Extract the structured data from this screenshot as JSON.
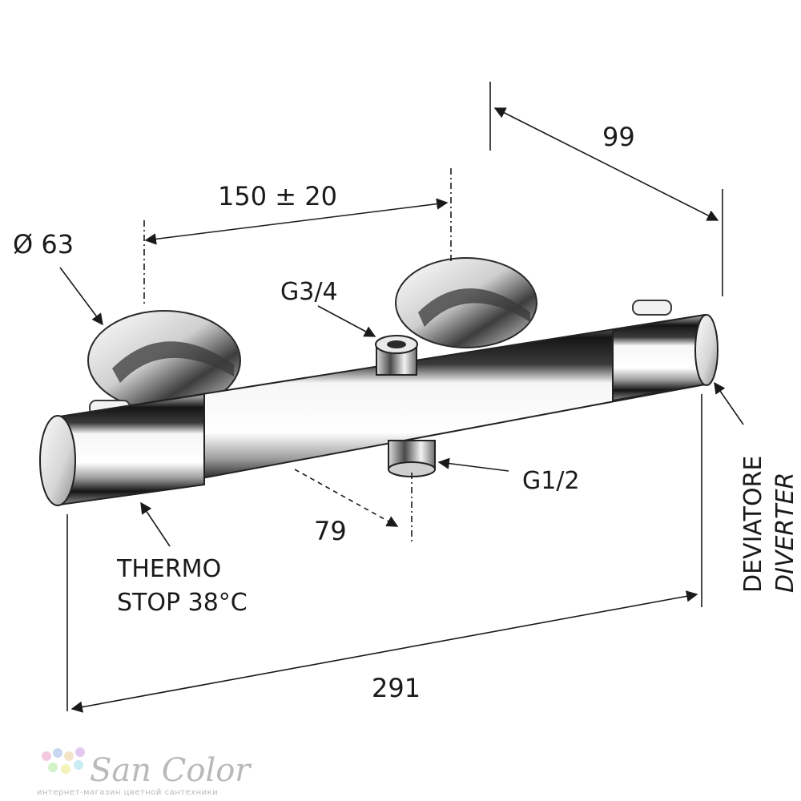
{
  "dimensions": {
    "depth": "99",
    "center_distance": "150 ± 20",
    "diameter": "Ø 63",
    "outlet_offset": "79",
    "total_length": "291"
  },
  "connections": {
    "top_outlet": "G3/4",
    "bottom_outlet": "G1/2"
  },
  "notes": {
    "thermo_line1": "THERMO",
    "thermo_line2": "STOP 38°C",
    "diverter_it": "DEVIATORE",
    "diverter_en": "DIVERTER"
  },
  "watermark": {
    "brand": "San Color",
    "tagline": "интернет-магазин цветной сантехники"
  },
  "colors": {
    "line": "#1a1a1a",
    "chrome_dark": "#141414",
    "chrome_mid": "#7a7a7a",
    "chrome_light": "#f4f4f4",
    "watermark": "#b9b9b9"
  }
}
